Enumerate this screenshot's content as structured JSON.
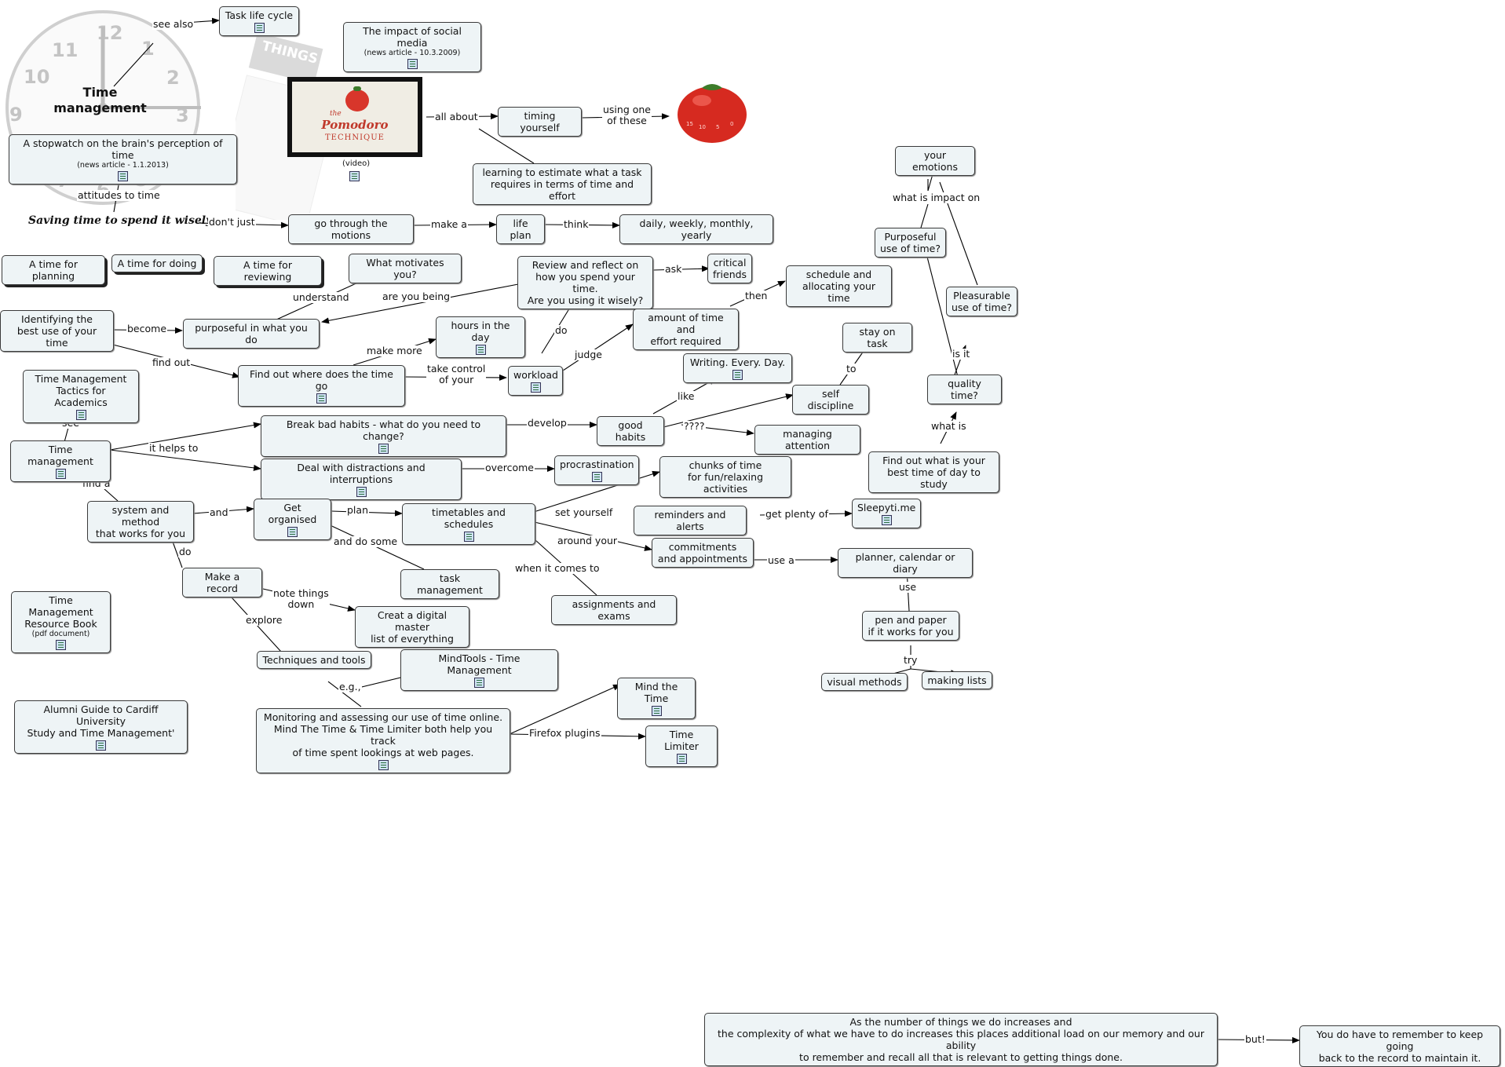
{
  "map": {
    "title": "Time\nmanagement",
    "motto": "Saving time to spend it wisely",
    "stamp_text": "THINGS\nTO DO",
    "clock_numbers": [
      "12",
      "1",
      "2",
      "3",
      "5",
      "6",
      "7",
      "9",
      "10",
      "11"
    ],
    "video": {
      "the": "the",
      "brand": "Pomodoro",
      "tagline": "TECHNIQUE",
      "caption": "(video)"
    },
    "timer_ticks": [
      "15",
      "10",
      "5",
      "0"
    ]
  },
  "nodes": {
    "task_life_cycle": "Task life cycle",
    "social_media": "The impact of social media",
    "social_media_sub": "(news article - 10.3.2009)",
    "stopwatch": "A stopwatch on the brain's perception of time",
    "stopwatch_sub": "(news article - 1.1.2013)",
    "timing_yourself": "timing yourself",
    "learning_estimate": "learning to estimate what a task\nrequires in terms of time and effort",
    "go_through": "go through the motions",
    "life_plan": "life plan",
    "daily": "daily, weekly, monthly, yearly",
    "your_emotions": "your emotions",
    "planning": "A time for planning",
    "doing": "A time for doing",
    "reviewing": "A time for reviewing",
    "motivates": "What motivates you?",
    "review_reflect": "Review and reflect on\nhow you spend your time.\nAre you using it wisely?",
    "critical_friends": "critical\nfriends",
    "schedule_alloc": "schedule and\nallocating your time",
    "purposeful_use": "Purposeful\nuse of time?",
    "pleasurable_use": "Pleasurable\nuse of time?",
    "identifying": "Identifying the\nbest use of your time",
    "purposeful_do": "purposeful in what you do",
    "hours_day": "hours in the day",
    "amount_time": "amount of time and\neffort required",
    "stay_on_task": "stay on task",
    "find_where": "Find out where does the time go",
    "workload": "workload",
    "writing": "Writing. Every. Day.",
    "self_discipline": "self discipline",
    "quality_time": "quality time?",
    "tm_tactics": "Time Management\nTactics for Academics",
    "time_management": "Time management",
    "break_habits": "Break bad habits - what do you need to change?",
    "good_habits": "good habits",
    "managing_attention": "managing attention",
    "deal_distractions": "Deal with distractions and interruptions",
    "procrastination": "procrastination",
    "chunks": "chunks of time\nfor fun/relaxing activities",
    "find_best_time": "Find out what is your\nbest time of day to study",
    "system_method": "system and method\nthat works for you",
    "get_organised": "Get organised",
    "timetables": "timetables and schedules",
    "reminders": "reminders and alerts",
    "sleepyti": "Sleepyti.me",
    "commitments": "commitments\nand appointments",
    "planner": "planner, calendar or diary",
    "make_record": "Make a record",
    "task_management": "task management",
    "assignments": "assignments and exams",
    "resource_book": "Time Management\nResource Book",
    "resource_book_sub": "(pdf document)",
    "digital_master": "Creat a digital master\nlist of everything",
    "pen_paper": "pen and paper\nif it works for you",
    "techniques": "Techniques and tools",
    "mindtools": "MindTools - Time Management",
    "mind_the_time": "Mind the Time",
    "visual_methods": "visual methods",
    "making_lists": "making lists",
    "alumni": "Alumni Guide to Cardiff University\nStudy and Time Management'",
    "monitoring": "Monitoring and assessing our use of time online.\nMind The Time & Time Limiter both help you track\nof time spent lookings at web pages.",
    "time_limiter": "Time Limiter",
    "number_things": "As the number of things we do increases and\nthe complexity of what we have to do increases this places additional load on our memory and our ability\nto remember and recall all that is relevant to getting things done.",
    "remember_keep": "You do have to remember to keep going\nback to the record to maintain it."
  },
  "links": {
    "see_also": "see also",
    "attitudes": "attitudes to time",
    "all_about": "all about",
    "using_one": "using one\nof these",
    "dont_just": "don't just",
    "make_a": "make a",
    "think": "think",
    "what_impact": "what is impact on",
    "understand": "understand",
    "are_you_being": "are you being",
    "ask": "ask",
    "then": "then",
    "become": "become",
    "do": "do",
    "make_more": "make more",
    "judge": "judge",
    "find_out": "find out",
    "take_control": "take control\nof your",
    "like": "like",
    "to": "to",
    "is_it": "is it",
    "see": "see",
    "develop": "develop",
    "question": "????",
    "what_is": "what is",
    "it_helps_to": "it helps to",
    "overcome": "overcome",
    "find_a": "find a",
    "and": "and",
    "plan": "plan",
    "set_yourself": "set yourself",
    "get_plenty_of": "get plenty of",
    "around_your": "around your",
    "use_a": "use a",
    "and_do_some": "and do some",
    "when_it_comes": "when it comes to",
    "do2": "do",
    "note_things": "note things\ndown",
    "use": "use",
    "explore": "explore",
    "try": "try",
    "eg": "e.g.,",
    "firefox": "Firefox plugins",
    "but": "but!"
  }
}
